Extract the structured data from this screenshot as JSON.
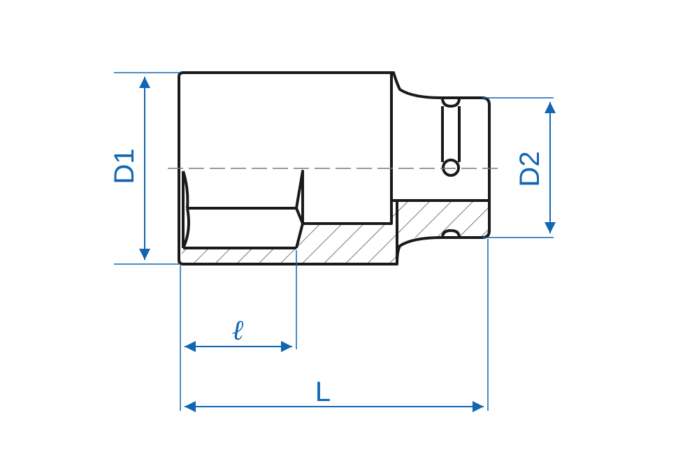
{
  "diagram": {
    "labels": {
      "d1": "D1",
      "d2": "D2",
      "l_small": "ℓ",
      "l_total": "L"
    },
    "colors": {
      "outline": "#1a1a1a",
      "dimension": "#1166b3",
      "hatch": "#555555",
      "centerline": "#777777",
      "background": "#ffffff"
    }
  }
}
